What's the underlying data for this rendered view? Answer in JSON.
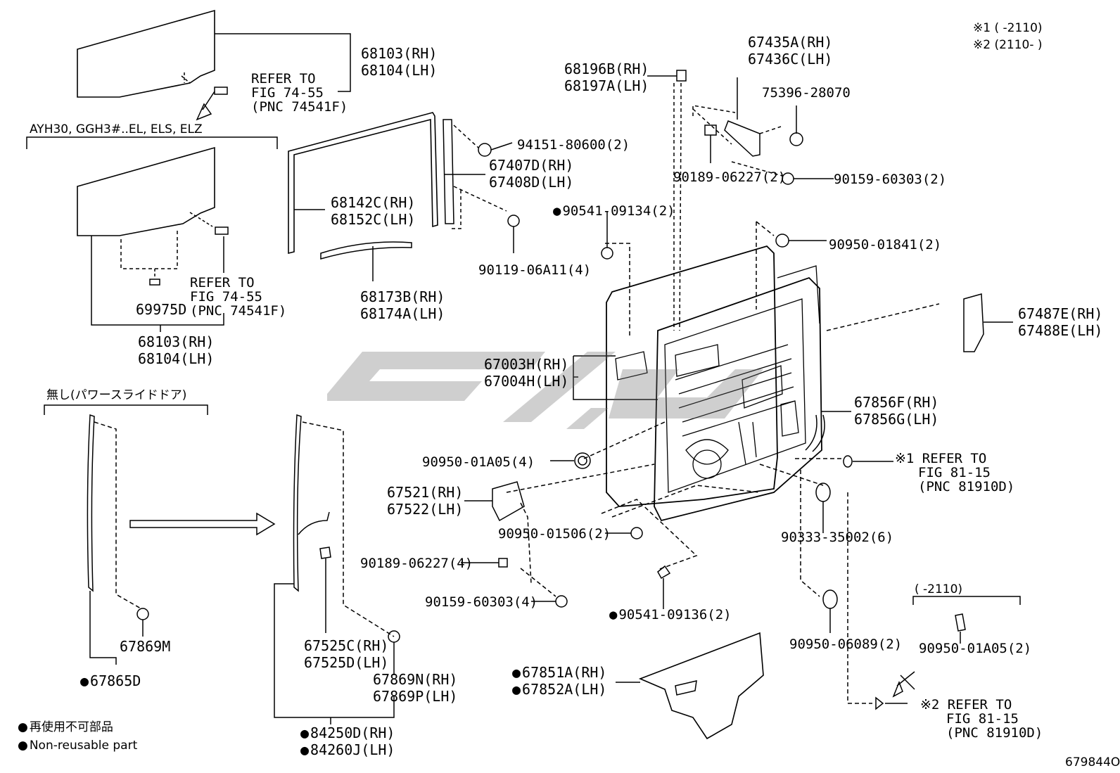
{
  "diagram_id": "679844O",
  "notes": {
    "note1": "※1 (      -2110)",
    "note2": "※2 (2110-      )",
    "non_reusable_ja": "再使用不可部品",
    "non_reusable_en": "Non-reusable part"
  },
  "groups": {
    "top_variant": "AYH30, GGH3#..EL, ELS, ELZ",
    "no_power_slide": "無し(パワースライドドア)",
    "range_2110": "(      -2110)"
  },
  "parts": {
    "p68103_top_rh": "68103(RH)",
    "p68104_top_lh": "68104(LH)",
    "ref_top_1": "REFER TO",
    "ref_top_2": "FIG 74-55",
    "ref_top_3": "(PNC 74541F)",
    "p68103_mid_rh": "68103(RH)",
    "p68104_mid_lh": "68104(LH)",
    "ref_mid_1": "REFER TO",
    "ref_mid_2": "FIG 74-55",
    "ref_mid_3": "(PNC 74541F)",
    "p69975D": "69975D",
    "p68142C": "68142C(RH)",
    "p68152C": "68152C(LH)",
    "p68173B": "68173B(RH)",
    "p68174A": "68174A(LH)",
    "p94151": "94151-80600(2)",
    "p67407D": "67407D(RH)",
    "p67408D": "67408D(LH)",
    "p90541_09134": "90541-09134(2)",
    "p90119": "90119-06A11(4)",
    "p68196B": "68196B(RH)",
    "p68197A": "68197A(LH)",
    "p67435A": "67435A(RH)",
    "p67436C": "67436C(LH)",
    "p75396": "75396-28070",
    "p90189_top": "90189-06227(2)",
    "p90159_top": "90159-60303(2)",
    "p90950_01841": "90950-01841(2)",
    "p67487E": "67487E(RH)",
    "p67488E": "67488E(LH)",
    "p67003H": "67003H(RH)",
    "p67004H": "67004H(LH)",
    "p67856F": "67856F(RH)",
    "p67856G": "67856G(LH)",
    "p90950_01A05_mid": "90950-01A05(4)",
    "ref_81_a1": "※1 REFER TO",
    "ref_81_a2": "FIG 81-15",
    "ref_81_a3": "(PNC 81910D)",
    "p67521": "67521(RH)",
    "p67522": "67522(LH)",
    "p90950_01506": "90950-01506(2)",
    "p90333": "90333-35002(6)",
    "p90189_bot": "90189-06227(4)",
    "p90159_bot": "90159-60303(4)",
    "p90541_09136": "90541-09136(2)",
    "p90950_06089": "90950-06089(2)",
    "p90950_01A05_bot": "90950-01A05(2)",
    "ref_81_b1": "※2 REFER TO",
    "ref_81_b2": "FIG 81-15",
    "ref_81_b3": "(PNC 81910D)",
    "p67851A": "67851A(RH)",
    "p67852A": "67852A(LH)",
    "p67869M": "67869M",
    "p67865D": "67865D",
    "p67525C": "67525C(RH)",
    "p67525D": "67525D(LH)",
    "p67869N": "67869N(RH)",
    "p67869P": "67869P(LH)",
    "p84250D": "84250D(RH)",
    "p84260J": "84260J(LH)"
  }
}
